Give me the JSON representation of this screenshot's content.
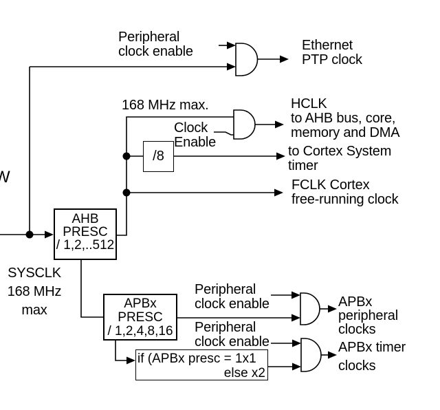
{
  "diagram": {
    "title": "Clock tree (AHB/APB prescalers and derived clocks)",
    "background_color": "#ffffff",
    "line_color": "#000000",
    "labels": {
      "peripheral_clock_enable_top": "Peripheral\nclock enable",
      "ethernet_ptp": "Ethernet\nPTP clock",
      "mhz_max": "168 MHz max.",
      "clock_enable": "Clock\nEnable",
      "hclk": "HCLK\nto AHB bus, core,\nmemory and DMA",
      "cortex_timer": "to Cortex System\ntimer",
      "fclk": "FCLK Cortex\nfree-running clock",
      "sysclk": "SYSCLK\n168 MHz\nmax",
      "w_partial": "W",
      "peripheral_clock_enable_1": "Peripheral\nclock enable",
      "peripheral_clock_enable_2": "Peripheral\nclock enable",
      "apbx_peripheral": "APBx\nperipheral\nclocks",
      "apbx_timer": "APBx timer\nclocks"
    },
    "boxes": {
      "ahb_presc": "AHB\nPRESC\n/ 1,2,..512",
      "div8": "/8",
      "apbx_presc": "APBx\nPRESC\n/ 1,2,4,8,16",
      "if_line1": "if (APBx presc = 1x1",
      "if_line2": "else x2"
    }
  }
}
